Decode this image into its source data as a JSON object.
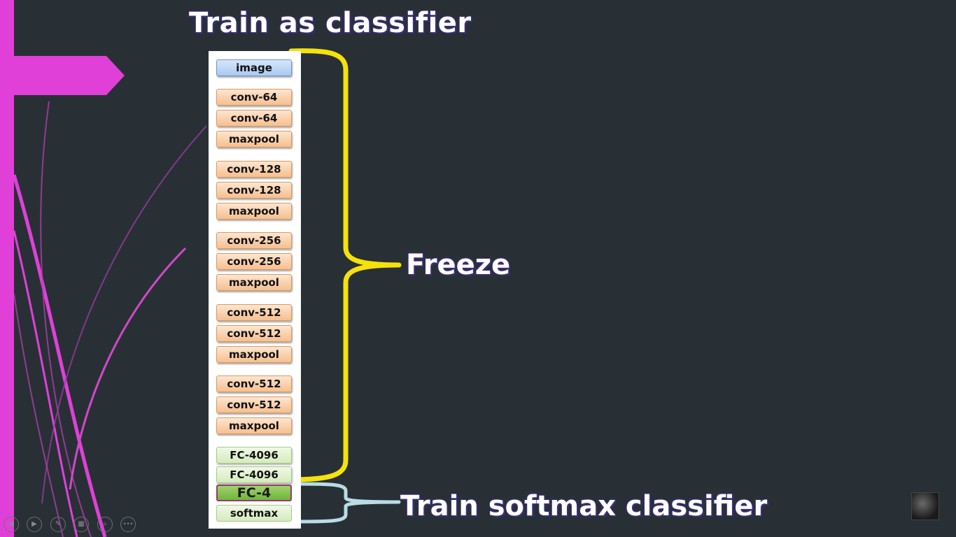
{
  "slide": {
    "title": "Train as classifier",
    "freeze_label": "Freeze",
    "softmax_label": "Train softmax classifier"
  },
  "network": {
    "layers": [
      {
        "label": "image",
        "kind": "input"
      },
      {
        "label": "conv-64",
        "kind": "conv"
      },
      {
        "label": "conv-64",
        "kind": "conv"
      },
      {
        "label": "maxpool",
        "kind": "conv"
      },
      {
        "label": "conv-128",
        "kind": "conv"
      },
      {
        "label": "conv-128",
        "kind": "conv"
      },
      {
        "label": "maxpool",
        "kind": "conv"
      },
      {
        "label": "conv-256",
        "kind": "conv"
      },
      {
        "label": "conv-256",
        "kind": "conv"
      },
      {
        "label": "maxpool",
        "kind": "conv"
      },
      {
        "label": "conv-512",
        "kind": "conv"
      },
      {
        "label": "conv-512",
        "kind": "conv"
      },
      {
        "label": "maxpool",
        "kind": "conv"
      },
      {
        "label": "conv-512",
        "kind": "conv"
      },
      {
        "label": "conv-512",
        "kind": "conv"
      },
      {
        "label": "maxpool",
        "kind": "conv"
      },
      {
        "label": "FC-4096",
        "kind": "fc"
      },
      {
        "label": "FC-4096",
        "kind": "fc"
      },
      {
        "label": "FC-4",
        "kind": "fc-new"
      },
      {
        "label": "softmax",
        "kind": "softmax"
      }
    ]
  },
  "colors": {
    "background": "#283036",
    "accent_magenta": "#e040d8",
    "freeze_brace": "#f5e20a",
    "train_brace": "#b9dce6"
  },
  "icons": {
    "controls": [
      "previous-icon",
      "next-icon",
      "pen-icon",
      "slides-grid-icon",
      "zoom-icon",
      "more-icon"
    ],
    "controls_glyphs": [
      "◀",
      "▶",
      "✎",
      "▦",
      "⌕",
      "•••"
    ]
  }
}
